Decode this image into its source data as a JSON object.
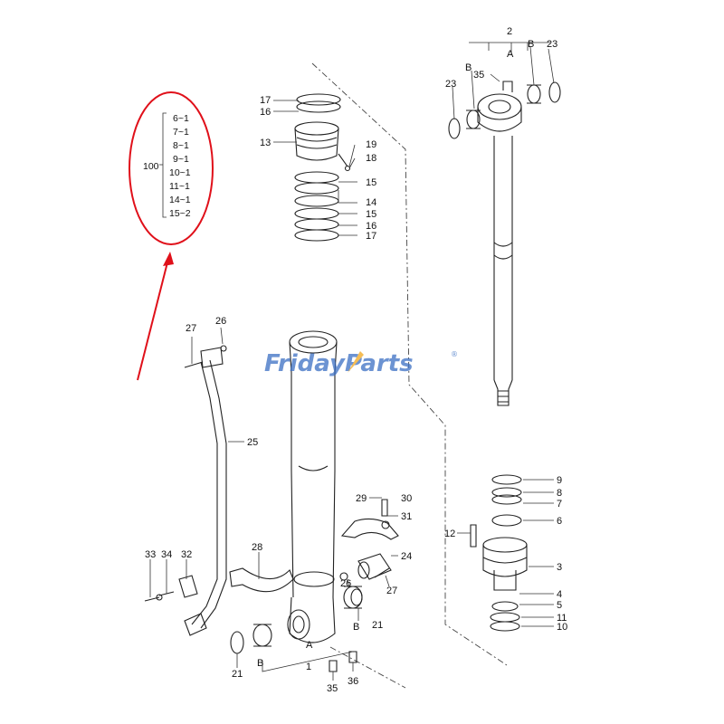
{
  "watermark": {
    "text_a": "Friday",
    "text_b": "Parts",
    "reg": "®",
    "color_main": "#3b6fc4",
    "color_accent": "#f2a81d"
  },
  "kit": {
    "label": "100",
    "items": [
      "6~1",
      "7~1",
      "8~1",
      "9~1",
      "10~1",
      "11~1",
      "14~1",
      "15~2"
    ]
  },
  "highlight_color": "#e0101a",
  "labels": {
    "p2": "2",
    "pB1": "B",
    "pA1": "A",
    "pB2": "B",
    "p35a": "35",
    "p23a": "23",
    "p23b": "23",
    "p17a": "17",
    "p16a": "16",
    "p13": "13",
    "p19": "19",
    "p18": "18",
    "p15a": "15",
    "p14": "14",
    "p15b": "15",
    "p16b": "16",
    "p17b": "17",
    "p27a": "27",
    "p26a": "26",
    "p25": "25",
    "p9": "9",
    "p8": "8",
    "p7": "7",
    "p6": "6",
    "p12": "12",
    "p3": "3",
    "p4": "4",
    "p5": "5",
    "p11": "11",
    "p10": "10",
    "p29": "29",
    "p30": "30",
    "p31": "31",
    "p28": "28",
    "p24": "24",
    "p26b": "26",
    "p27b": "27",
    "p33": "33",
    "p34": "34",
    "p32": "32",
    "p21a": "21",
    "p21b": "21",
    "pB3": "B",
    "pA2": "A",
    "pB4": "B",
    "p1": "1",
    "p35b": "35",
    "p36": "36"
  }
}
